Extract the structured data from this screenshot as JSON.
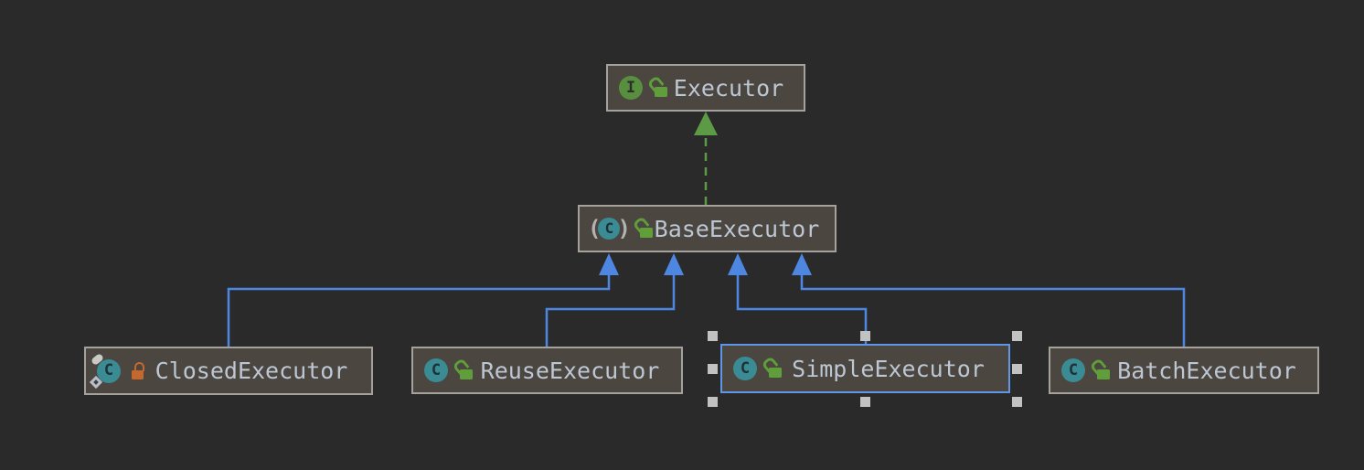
{
  "diagram": {
    "title": "Executor class hierarchy diagram",
    "nodes": [
      {
        "id": "executor",
        "label": "Executor",
        "kind": "interface",
        "visibility": "public",
        "selected": false
      },
      {
        "id": "base-executor",
        "label": "BaseExecutor",
        "kind": "abstract-class",
        "visibility": "public",
        "selected": false
      },
      {
        "id": "closed-executor",
        "label": "ClosedExecutor",
        "kind": "class",
        "visibility": "private",
        "selected": false
      },
      {
        "id": "reuse-executor",
        "label": "ReuseExecutor",
        "kind": "class",
        "visibility": "public",
        "selected": false
      },
      {
        "id": "simple-executor",
        "label": "SimpleExecutor",
        "kind": "class",
        "visibility": "public",
        "selected": true
      },
      {
        "id": "batch-executor",
        "label": "BatchExecutor",
        "kind": "class",
        "visibility": "public",
        "selected": false
      }
    ],
    "edges": [
      {
        "from": "BaseExecutor",
        "to": "Executor",
        "type": "implements"
      },
      {
        "from": "ClosedExecutor",
        "to": "BaseExecutor",
        "type": "extends"
      },
      {
        "from": "ReuseExecutor",
        "to": "BaseExecutor",
        "type": "extends"
      },
      {
        "from": "SimpleExecutor",
        "to": "BaseExecutor",
        "type": "extends"
      },
      {
        "from": "BatchExecutor",
        "to": "BaseExecutor",
        "type": "extends"
      }
    ],
    "colors": {
      "canvas_background": "#2a2a2a",
      "node_fill": "#4b4640",
      "node_border": "#a5a29d",
      "node_text": "#bdc7d3",
      "selection_border": "#5e97e8",
      "selection_handle": "#c2c2c2",
      "implements_edge": "#5d9a46",
      "extends_edge": "#4e87e2",
      "interface_icon": "#578f3f",
      "class_icon": "#3a8b94",
      "public_lock": "#5f9e3a",
      "private_lock": "#c4682e"
    }
  },
  "icons": {
    "interface_letter": "I",
    "class_letter": "C",
    "abstract_paren_left": "(",
    "abstract_paren_right": ")"
  }
}
